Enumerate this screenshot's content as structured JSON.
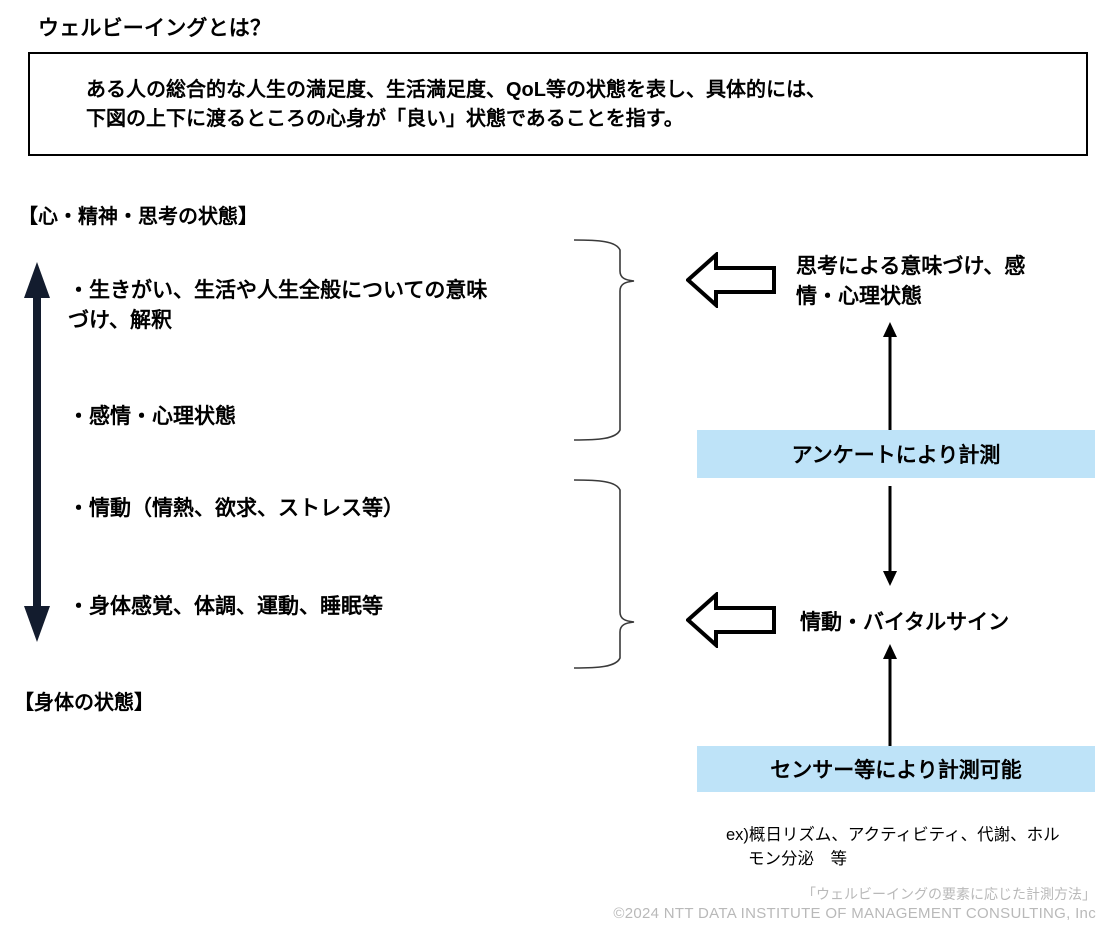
{
  "slide": {
    "title": "ウェルビーイングとは？",
    "definition": "ある人の総合的な人生の満足度、生活満足度、QoL等の状態を表し、具体的には、\n下図の上下に渡るところの心身が「良い」状態であることを指す。",
    "section_labels": {
      "mind": "【心・精神・思考の状態】",
      "body": "【身体の状態】"
    },
    "bullets": [
      "・生きがい、生活や人生全般についての意味\n  づけ、解釈",
      "・感情・心理状態",
      "・情動（情熱、欲求、ストレス等）",
      "・身体感覚、体調、運動、睡眠等"
    ],
    "right_labels": {
      "top": "思考による意味づけ、感\n情・心理状態",
      "bottom": "情動・バイタルサイン"
    },
    "measurement": {
      "survey": "アンケートにより計測",
      "sensor": "センサー等により計測可能",
      "sensor_example_line1": "ex)概日リズム、アクティビティ、代謝、ホル",
      "sensor_example_line2": "モン分泌　等"
    },
    "footer": {
      "source": "「ウェルビーイングの要素に応じた計測方法」",
      "copyright": "©2024 NTT DATA INSTITUTE OF MANAGEMENT CONSULTING, Inc"
    },
    "colors": {
      "blue_box_fill": "#bee3f8",
      "arrow_navy": "#131c2e",
      "outline_black": "#000000",
      "footer_gray": "#b9b9b9"
    }
  }
}
